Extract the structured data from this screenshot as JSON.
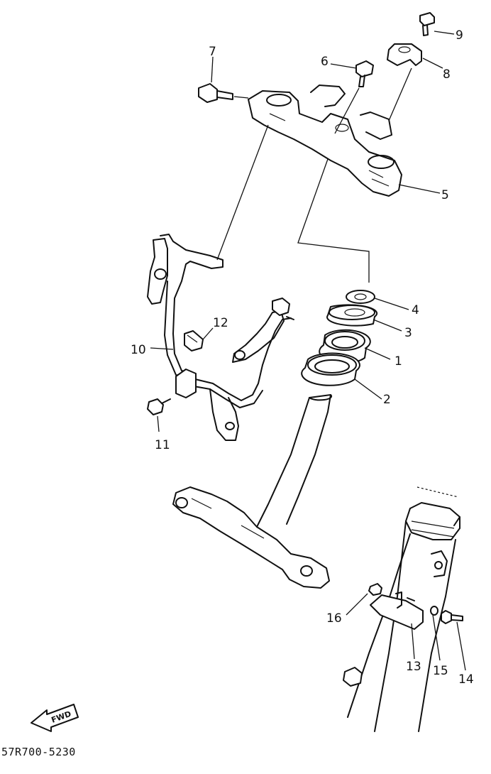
{
  "diagram": {
    "callouts": [
      {
        "id": "c1",
        "text": "1"
      },
      {
        "id": "c2",
        "text": "2"
      },
      {
        "id": "c3",
        "text": "3"
      },
      {
        "id": "c4",
        "text": "4"
      },
      {
        "id": "c5",
        "text": "5"
      },
      {
        "id": "c6",
        "text": "6"
      },
      {
        "id": "c7",
        "text": "7"
      },
      {
        "id": "c8",
        "text": "8"
      },
      {
        "id": "c9",
        "text": "9"
      },
      {
        "id": "c10",
        "text": "10"
      },
      {
        "id": "c11",
        "text": "11"
      },
      {
        "id": "c12",
        "text": "12"
      },
      {
        "id": "c13",
        "text": "13"
      },
      {
        "id": "c14",
        "text": "14"
      },
      {
        "id": "c15",
        "text": "15"
      },
      {
        "id": "c16",
        "text": "16"
      }
    ],
    "fwd_label": "FWD",
    "reference_code": "57R700-5230"
  }
}
